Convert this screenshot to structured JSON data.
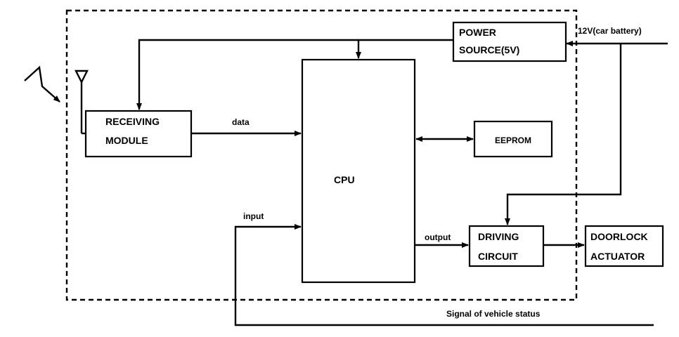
{
  "blocks": {
    "power_source": [
      "POWER",
      "SOURCE(5V)"
    ],
    "receiving_module": [
      "RECEIVING",
      "MODULE"
    ],
    "cpu": "CPU",
    "eeprom": "EEPROM",
    "driving_circuit": [
      "DRIVING",
      "CIRCUIT"
    ],
    "doorlock_actuator": [
      "DOORLOCK",
      "ACTUATOR"
    ]
  },
  "signals": {
    "battery": "12V(car battery)",
    "data": "data",
    "input": "input",
    "output": "output",
    "vehicle_status": "Signal of vehicle status"
  },
  "icons": [
    "antenna-icon",
    "radio-signal-icon"
  ]
}
